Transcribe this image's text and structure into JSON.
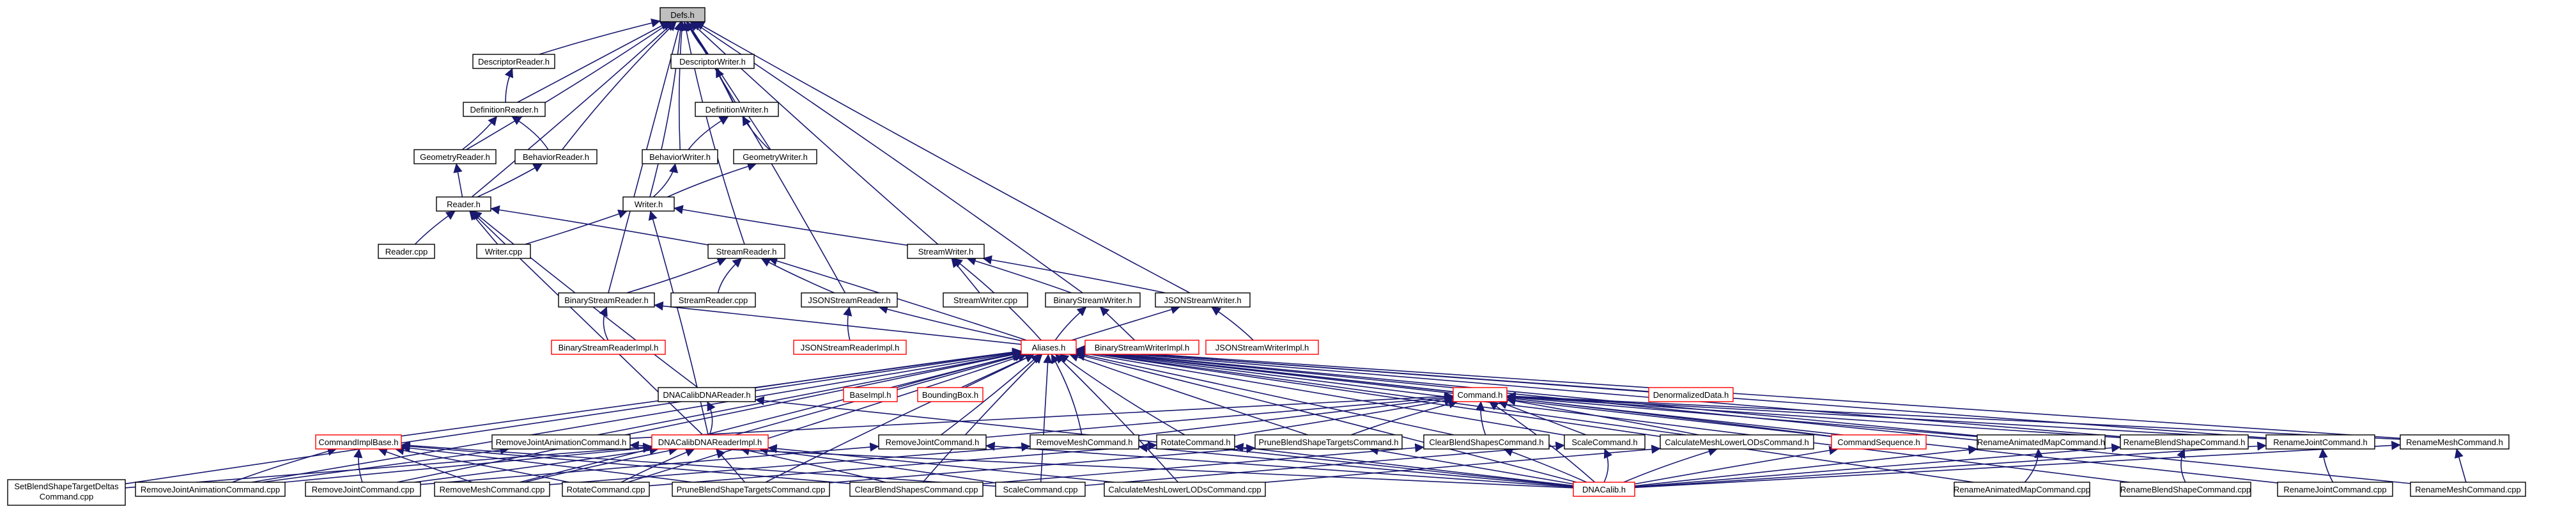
{
  "graph": {
    "title": "Defs.h",
    "nodes": [
      {
        "id": "defs",
        "label": "Defs.h",
        "highlight": true,
        "clickable": true
      },
      {
        "id": "descreader",
        "label": "DescriptorReader.h",
        "clickable": true
      },
      {
        "id": "descwriter",
        "label": "DescriptorWriter.h",
        "clickable": true
      },
      {
        "id": "defreader",
        "label": "DefinitionReader.h",
        "clickable": true
      },
      {
        "id": "defwriter",
        "label": "DefinitionWriter.h",
        "clickable": true
      },
      {
        "id": "geomreader",
        "label": "GeometryReader.h",
        "clickable": true
      },
      {
        "id": "behreader",
        "label": "BehaviorReader.h",
        "clickable": true
      },
      {
        "id": "behwriter",
        "label": "BehaviorWriter.h",
        "clickable": true
      },
      {
        "id": "geomwriter",
        "label": "GeometryWriter.h",
        "clickable": true
      },
      {
        "id": "reader",
        "label": "Reader.h",
        "clickable": true
      },
      {
        "id": "writer",
        "label": "Writer.h",
        "clickable": true
      },
      {
        "id": "readercpp",
        "label": "Reader.cpp",
        "clickable": true
      },
      {
        "id": "writercpp",
        "label": "Writer.cpp",
        "clickable": true
      },
      {
        "id": "streamreader",
        "label": "StreamReader.h",
        "clickable": true
      },
      {
        "id": "streamwriter",
        "label": "StreamWriter.h",
        "clickable": true
      },
      {
        "id": "binstreamreader",
        "label": "BinaryStreamReader.h",
        "clickable": true
      },
      {
        "id": "streamreadercpp",
        "label": "StreamReader.cpp",
        "clickable": true
      },
      {
        "id": "jsonstreamreader",
        "label": "JSONStreamReader.h",
        "clickable": true
      },
      {
        "id": "streamwritercpp",
        "label": "StreamWriter.cpp",
        "clickable": true
      },
      {
        "id": "binstreamwriter",
        "label": "BinaryStreamWriter.h",
        "clickable": true
      },
      {
        "id": "jsonstreamwriter",
        "label": "JSONStreamWriter.h",
        "clickable": true
      },
      {
        "id": "binreaderimpl",
        "label": "BinaryStreamReaderImpl.h",
        "red": true,
        "clickable": true
      },
      {
        "id": "jsonreaderimpl",
        "label": "JSONStreamReaderImpl.h",
        "red": true,
        "clickable": true
      },
      {
        "id": "aliases",
        "label": "Aliases.h",
        "red": true,
        "clickable": true
      },
      {
        "id": "binwriterimpl",
        "label": "BinaryStreamWriterImpl.h",
        "red": true,
        "clickable": true
      },
      {
        "id": "jsonwriterimpl",
        "label": "JSONStreamWriterImpl.h",
        "red": true,
        "clickable": true
      },
      {
        "id": "dnacalibdnareader",
        "label": "DNACalibDNAReader.h",
        "clickable": true
      },
      {
        "id": "baseimpl",
        "label": "BaseImpl.h",
        "red": true,
        "clickable": true
      },
      {
        "id": "boundingbox",
        "label": "BoundingBox.h",
        "red": true,
        "clickable": true
      },
      {
        "id": "command",
        "label": "Command.h",
        "red": true,
        "clickable": true
      },
      {
        "id": "denormalized",
        "label": "DenormalizedData.h",
        "red": true,
        "clickable": true
      },
      {
        "id": "cmdimplbase",
        "label": "CommandImplBase.h",
        "red": true,
        "clickable": true
      },
      {
        "id": "removejointanim",
        "label": "RemoveJointAnimationCommand.h",
        "clickable": true
      },
      {
        "id": "dnareaderimpl",
        "label": "DNACalibDNAReaderImpl.h",
        "red": true,
        "clickable": true
      },
      {
        "id": "removejoint",
        "label": "RemoveJointCommand.h",
        "clickable": true
      },
      {
        "id": "removemesh",
        "label": "RemoveMeshCommand.h",
        "clickable": true
      },
      {
        "id": "rotate",
        "label": "RotateCommand.h",
        "clickable": true
      },
      {
        "id": "pruneblend",
        "label": "PruneBlendShapeTargetsCommand.h",
        "clickable": true
      },
      {
        "id": "clearblend",
        "label": "ClearBlendShapesCommand.h",
        "clickable": true
      },
      {
        "id": "scale",
        "label": "ScaleCommand.h",
        "clickable": true
      },
      {
        "id": "calclod",
        "label": "CalculateMeshLowerLODsCommand.h",
        "clickable": true
      },
      {
        "id": "cmdseq",
        "label": "CommandSequence.h",
        "red": true,
        "clickable": true
      },
      {
        "id": "renameanim",
        "label": "RenameAnimatedMapCommand.h",
        "clickable": true
      },
      {
        "id": "renameblend",
        "label": "RenameBlendShapeCommand.h",
        "clickable": true
      },
      {
        "id": "renamejoint",
        "label": "RenameJointCommand.h",
        "clickable": true
      },
      {
        "id": "renamemesh",
        "label": "RenameMeshCommand.h",
        "clickable": true
      },
      {
        "id": "setblendcpp",
        "label": "SetBlendShapeTargetDeltas\nCommand.cpp",
        "clickable": true
      },
      {
        "id": "removejointanimcpp",
        "label": "RemoveJointAnimationCommand.cpp",
        "clickable": true
      },
      {
        "id": "removejointcpp",
        "label": "RemoveJointCommand.cpp",
        "clickable": true
      },
      {
        "id": "removemeshcpp",
        "label": "RemoveMeshCommand.cpp",
        "clickable": true
      },
      {
        "id": "rotatecpp",
        "label": "RotateCommand.cpp",
        "clickable": true
      },
      {
        "id": "prunecpp",
        "label": "PruneBlendShapeTargetsCommand.cpp",
        "clickable": true
      },
      {
        "id": "clearcpp",
        "label": "ClearBlendShapesCommand.cpp",
        "clickable": true
      },
      {
        "id": "scalecpp",
        "label": "ScaleCommand.cpp",
        "clickable": true
      },
      {
        "id": "calclodcpp",
        "label": "CalculateMeshLowerLODsCommand.cpp",
        "clickable": true
      },
      {
        "id": "dnacalib",
        "label": "DNACalib.h",
        "red": true,
        "clickable": true
      },
      {
        "id": "renameanimcpp",
        "label": "RenameAnimatedMapCommand.cpp",
        "clickable": true
      },
      {
        "id": "renameblendcpp",
        "label": "RenameBlendShapeCommand.cpp",
        "clickable": true
      },
      {
        "id": "renamejointcpp",
        "label": "RenameJointCommand.cpp",
        "clickable": true
      },
      {
        "id": "renamemeshcpp",
        "label": "RenameMeshCommand.cpp",
        "clickable": true
      }
    ],
    "edges": [
      [
        "descreader",
        "defs"
      ],
      [
        "descwriter",
        "defs"
      ],
      [
        "defreader",
        "defs"
      ],
      [
        "defwriter",
        "defs"
      ],
      [
        "geomreader",
        "defs"
      ],
      [
        "behreader",
        "defs"
      ],
      [
        "behwriter",
        "defs"
      ],
      [
        "geomwriter",
        "defs"
      ],
      [
        "reader",
        "defs"
      ],
      [
        "writer",
        "defs"
      ],
      [
        "streamreader",
        "defs"
      ],
      [
        "streamwriter",
        "defs"
      ],
      [
        "binstreamreader",
        "defs"
      ],
      [
        "jsonstreamreader",
        "defs"
      ],
      [
        "binstreamwriter",
        "defs"
      ],
      [
        "jsonstreamwriter",
        "defs"
      ],
      [
        "defreader",
        "descreader"
      ],
      [
        "defwriter",
        "descwriter"
      ],
      [
        "geomreader",
        "defreader"
      ],
      [
        "behreader",
        "defreader"
      ],
      [
        "behwriter",
        "defwriter"
      ],
      [
        "geomwriter",
        "defwriter"
      ],
      [
        "reader",
        "geomreader"
      ],
      [
        "reader",
        "behreader"
      ],
      [
        "writer",
        "behwriter"
      ],
      [
        "writer",
        "geomwriter"
      ],
      [
        "readercpp",
        "reader"
      ],
      [
        "writercpp",
        "reader"
      ],
      [
        "writercpp",
        "writer"
      ],
      [
        "streamreader",
        "reader"
      ],
      [
        "streamwriter",
        "writer"
      ],
      [
        "dnacalibdnareader",
        "reader"
      ],
      [
        "dnareaderimpl",
        "reader"
      ],
      [
        "dnareaderimpl",
        "writer"
      ],
      [
        "binstreamreader",
        "streamreader"
      ],
      [
        "streamreadercpp",
        "streamreader"
      ],
      [
        "jsonstreamreader",
        "streamreader"
      ],
      [
        "streamwritercpp",
        "streamwriter"
      ],
      [
        "binstreamwriter",
        "streamwriter"
      ],
      [
        "jsonstreamwriter",
        "streamwriter"
      ],
      [
        "binreaderimpl",
        "binstreamreader"
      ],
      [
        "jsonreaderimpl",
        "jsonstreamreader"
      ],
      [
        "binwriterimpl",
        "binstreamwriter"
      ],
      [
        "jsonwriterimpl",
        "jsonstreamwriter"
      ],
      [
        "aliases",
        "binstreamreader"
      ],
      [
        "aliases",
        "jsonstreamreader"
      ],
      [
        "aliases",
        "binstreamwriter"
      ],
      [
        "aliases",
        "jsonstreamwriter"
      ],
      [
        "aliases",
        "streamreader"
      ],
      [
        "aliases",
        "streamwriter"
      ],
      [
        "dnacalibdnareader",
        "aliases"
      ],
      [
        "baseimpl",
        "aliases"
      ],
      [
        "boundingbox",
        "aliases"
      ],
      [
        "command",
        "aliases"
      ],
      [
        "denormalized",
        "aliases"
      ],
      [
        "cmdimplbase",
        "aliases"
      ],
      [
        "removejointanim",
        "aliases"
      ],
      [
        "dnareaderimpl",
        "aliases"
      ],
      [
        "removejoint",
        "aliases"
      ],
      [
        "removemesh",
        "aliases"
      ],
      [
        "rotate",
        "aliases"
      ],
      [
        "pruneblend",
        "aliases"
      ],
      [
        "clearblend",
        "aliases"
      ],
      [
        "scale",
        "aliases"
      ],
      [
        "calclod",
        "aliases"
      ],
      [
        "cmdseq",
        "aliases"
      ],
      [
        "renameanim",
        "aliases"
      ],
      [
        "renameblend",
        "aliases"
      ],
      [
        "renamejoint",
        "aliases"
      ],
      [
        "renamemesh",
        "aliases"
      ],
      [
        "setblendcpp",
        "aliases"
      ],
      [
        "removejointanimcpp",
        "aliases"
      ],
      [
        "removejointcpp",
        "aliases"
      ],
      [
        "removemeshcpp",
        "aliases"
      ],
      [
        "rotatecpp",
        "aliases"
      ],
      [
        "prunecpp",
        "aliases"
      ],
      [
        "clearcpp",
        "aliases"
      ],
      [
        "scalecpp",
        "aliases"
      ],
      [
        "calclodcpp",
        "aliases"
      ],
      [
        "dnacalib",
        "aliases"
      ],
      [
        "renameanimcpp",
        "aliases"
      ],
      [
        "renameblendcpp",
        "aliases"
      ],
      [
        "renamejointcpp",
        "aliases"
      ],
      [
        "renamemeshcpp",
        "aliases"
      ],
      [
        "dnareaderimpl",
        "dnacalibdnareader"
      ],
      [
        "dnacalib",
        "dnacalibdnareader"
      ],
      [
        "removejointanim",
        "command"
      ],
      [
        "removejoint",
        "command"
      ],
      [
        "removemesh",
        "command"
      ],
      [
        "rotate",
        "command"
      ],
      [
        "pruneblend",
        "command"
      ],
      [
        "clearblend",
        "command"
      ],
      [
        "scale",
        "command"
      ],
      [
        "calclod",
        "command"
      ],
      [
        "cmdseq",
        "command"
      ],
      [
        "renameanim",
        "command"
      ],
      [
        "renameblend",
        "command"
      ],
      [
        "renamejoint",
        "command"
      ],
      [
        "renamemesh",
        "command"
      ],
      [
        "dnacalib",
        "command"
      ],
      [
        "removejointanimcpp",
        "cmdimplbase"
      ],
      [
        "removejointcpp",
        "cmdimplbase"
      ],
      [
        "removemeshcpp",
        "cmdimplbase"
      ],
      [
        "rotatecpp",
        "cmdimplbase"
      ],
      [
        "prunecpp",
        "cmdimplbase"
      ],
      [
        "clearcpp",
        "cmdimplbase"
      ],
      [
        "scalecpp",
        "cmdimplbase"
      ],
      [
        "setblendcpp",
        "dnareaderimpl"
      ],
      [
        "removejointanimcpp",
        "dnareaderimpl"
      ],
      [
        "removejointcpp",
        "dnareaderimpl"
      ],
      [
        "removemeshcpp",
        "dnareaderimpl"
      ],
      [
        "rotatecpp",
        "dnareaderimpl"
      ],
      [
        "prunecpp",
        "dnareaderimpl"
      ],
      [
        "clearcpp",
        "dnareaderimpl"
      ],
      [
        "scalecpp",
        "dnareaderimpl"
      ],
      [
        "calclodcpp",
        "dnareaderimpl"
      ],
      [
        "removejointanimcpp",
        "removejointanim"
      ],
      [
        "removejointcpp",
        "removejoint"
      ],
      [
        "removemeshcpp",
        "removemesh"
      ],
      [
        "rotatecpp",
        "rotate"
      ],
      [
        "prunecpp",
        "pruneblend"
      ],
      [
        "clearcpp",
        "clearblend"
      ],
      [
        "scalecpp",
        "scale"
      ],
      [
        "calclodcpp",
        "calclod"
      ],
      [
        "renameanimcpp",
        "renameanim"
      ],
      [
        "renameblendcpp",
        "renameblend"
      ],
      [
        "renamejointcpp",
        "renamejoint"
      ],
      [
        "renamemeshcpp",
        "renamemesh"
      ],
      [
        "dnacalib",
        "removejointanim"
      ],
      [
        "dnacalib",
        "removejoint"
      ],
      [
        "dnacalib",
        "removemesh"
      ],
      [
        "dnacalib",
        "rotate"
      ],
      [
        "dnacalib",
        "pruneblend"
      ],
      [
        "dnacalib",
        "clearblend"
      ],
      [
        "dnacalib",
        "scale"
      ],
      [
        "dnacalib",
        "calclod"
      ],
      [
        "dnacalib",
        "cmdseq"
      ],
      [
        "dnacalib",
        "renameanim"
      ],
      [
        "dnacalib",
        "renameblend"
      ],
      [
        "dnacalib",
        "renamejoint"
      ],
      [
        "dnacalib",
        "renamemesh"
      ]
    ]
  }
}
